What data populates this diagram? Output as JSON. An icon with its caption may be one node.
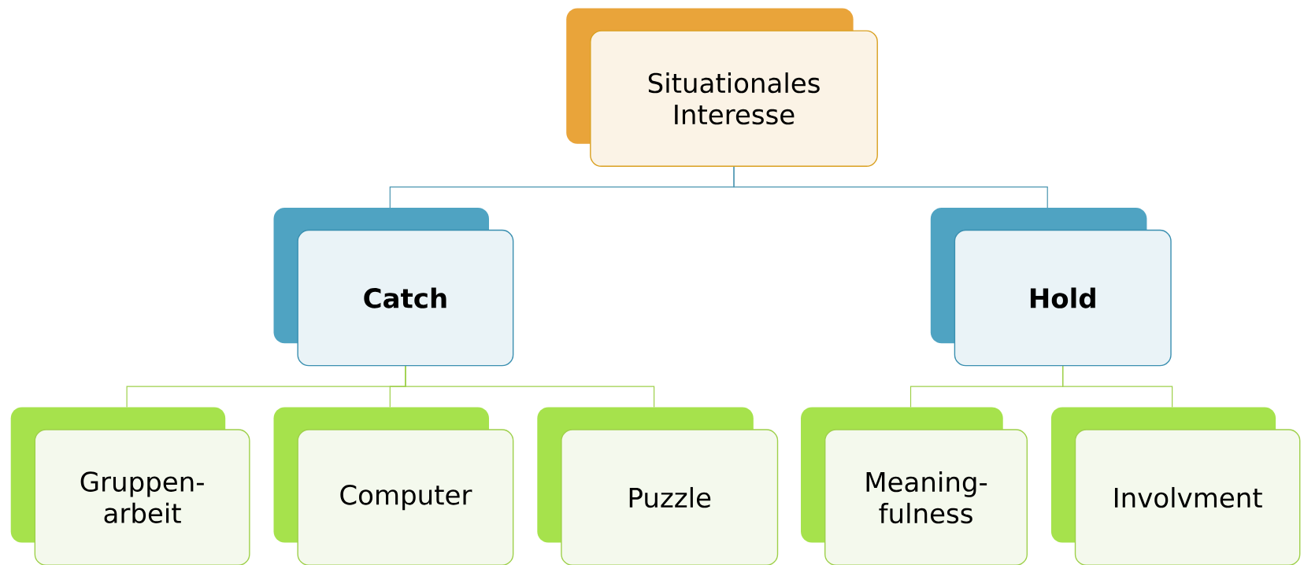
{
  "diagram": {
    "nodes": [
      {
        "text": [
          "Situationales Interesse"
        ]
      },
      {
        "text": [
          "Catch"
        ]
      },
      {
        "text": [
          "Hold"
        ]
      },
      {
        "text": [
          "Gruppen-arbeit"
        ]
      },
      {
        "text": [
          "Computer"
        ]
      },
      {
        "text": [
          "Puzzle"
        ]
      },
      {
        "text": [
          "Meaning-fulness"
        ]
      },
      {
        "text": [
          "Involvment"
        ]
      }
    ],
    "edges": [
      {
        "from": 0,
        "to": 1,
        "arrow": "none",
        "color": "#4a95b0"
      },
      {
        "from": 0,
        "to": 2,
        "arrow": "none",
        "color": "#4a95b0"
      },
      {
        "from": 1,
        "to": 3,
        "arrow": "none"
      },
      {
        "from": 1,
        "to": 4,
        "arrow": "none"
      },
      {
        "from": 1,
        "to": 5,
        "arrow": "none"
      },
      {
        "from": 2,
        "to": 6,
        "arrow": "none"
      },
      {
        "from": 2,
        "to": 7,
        "arrow": "none"
      }
    ]
  }
}
